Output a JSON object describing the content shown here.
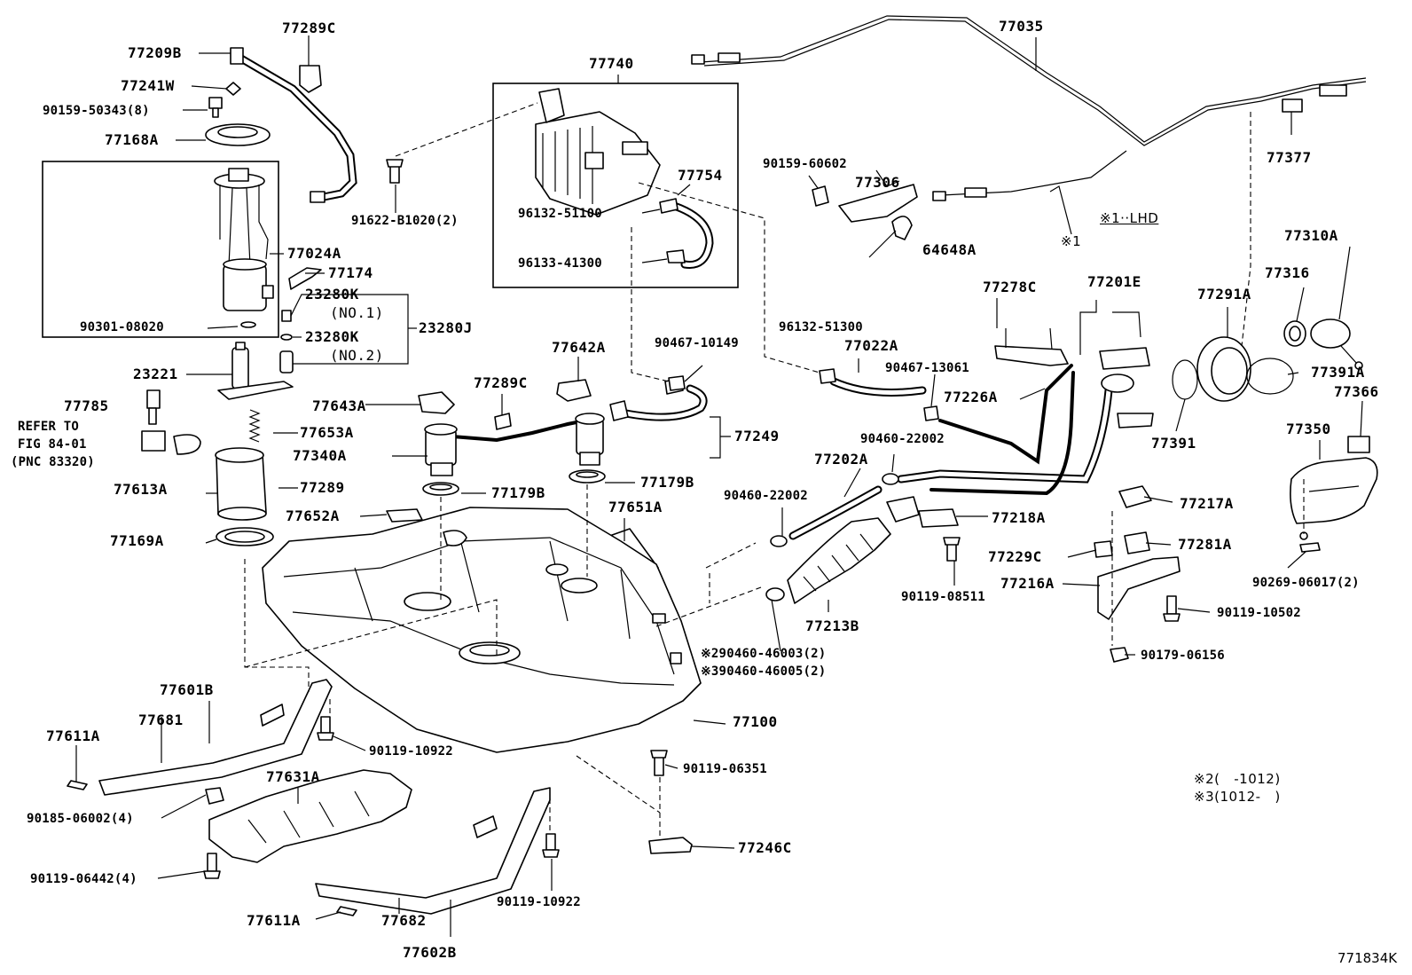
{
  "diagram_title": "",
  "drawing_number": "771834K",
  "notes": {
    "lhd": "※1··LHD",
    "mark1": "※1",
    "note2": "※2(   -1012)",
    "note3": "※3(1012-   )",
    "ref_line1": "REFER TO",
    "ref_line2": "FIG 84-01",
    "ref_line3": "(PNC 83320)",
    "no1": "(NO.1)",
    "no2": "(NO.2)"
  },
  "parts": {
    "p77289C_a": "77289C",
    "p77209B": "77209B",
    "p77241W": "77241W",
    "p90159_50343": "90159-50343(8)",
    "p77168A": "77168A",
    "p77024A": "77024A",
    "p77174": "77174",
    "p23280K_1": "23280K",
    "p23280K_2": "23280K",
    "p23280J": "23280J",
    "p90301_08020": "90301-08020",
    "p23221": "23221",
    "p77785": "77785",
    "p77653A": "77653A",
    "p77613A": "77613A",
    "p77289": "77289",
    "p77169A": "77169A",
    "p91622_B1020": "91622-B1020(2)",
    "p77740": "77740",
    "p77754": "77754",
    "p96132_51100": "96132-51100",
    "p96133_41300": "96133-41300",
    "p77642A": "77642A",
    "p77643A": "77643A",
    "p77289C_b": "77289C",
    "p77340A": "77340A",
    "p77179B_a": "77179B",
    "p77179B_b": "77179B",
    "p77652A": "77652A",
    "p77651A": "77651A",
    "p90467_10149": "90467-10149",
    "p77249": "77249",
    "p77035": "77035",
    "p90159_60602": "90159-60602",
    "p77306": "77306",
    "p64648A": "64648A",
    "p96132_51300": "96132-51300",
    "p77022A": "77022A",
    "p90467_13061": "90467-13061",
    "p77278C": "77278C",
    "p77201E": "77201E",
    "p77226A": "77226A",
    "p90460_22002_a": "90460-22002",
    "p77202A": "77202A",
    "p90460_22002_b": "90460-22002",
    "p77218A": "77218A",
    "p77377": "77377",
    "p77310A": "77310A",
    "p77316": "77316",
    "p77291A": "77291A",
    "p77391A": "77391A",
    "p77366": "77366",
    "p77391": "77391",
    "p77350": "77350",
    "p77217A": "77217A",
    "p77229C": "77229C",
    "p77281A": "77281A",
    "p77216A": "77216A",
    "p90119_08511": "90119-08511",
    "p90119_10502": "90119-10502",
    "p90269_06017": "90269-06017(2)",
    "p90179_06156": "90179-06156",
    "p77213B": "77213B",
    "p90460_46003": "※290460-46003(2)",
    "p90460_46005": "※390460-46005(2)",
    "p77100": "77100",
    "p77601B": "77601B",
    "p77681": "77681",
    "p77611A_a": "77611A",
    "p90119_10922_a": "90119-10922",
    "p90119_06351": "90119-06351",
    "p77631A": "77631A",
    "p90185_06002": "90185-06002(4)",
    "p90119_06442": "90119-06442(4)",
    "p77246C": "77246C",
    "p90119_10922_b": "90119-10922",
    "p77611A_b": "77611A",
    "p77682": "77682",
    "p77602B": "77602B"
  }
}
